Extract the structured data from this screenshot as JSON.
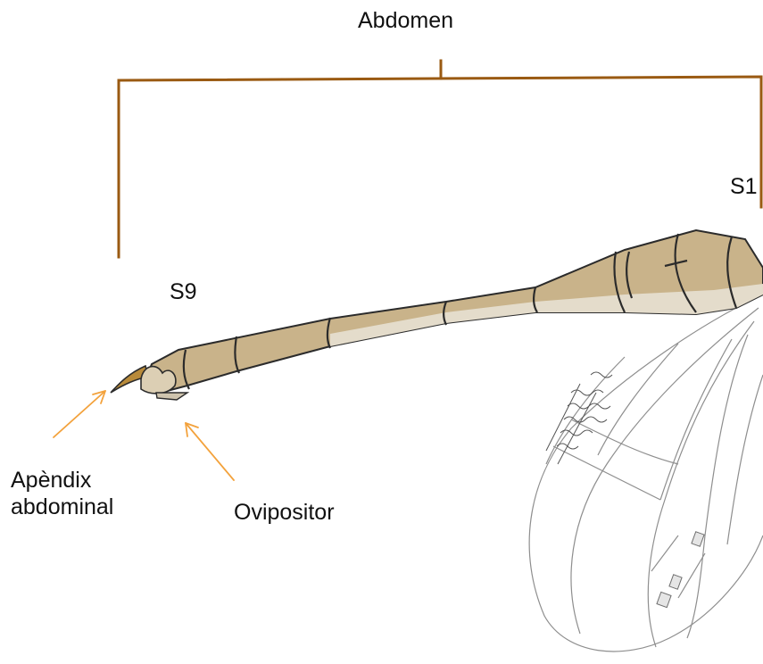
{
  "title": "Abdomen",
  "segment_labels": {
    "first": "S1",
    "ninth": "S9"
  },
  "annotations": {
    "appendix_line1": "Apèndix",
    "appendix_line2": "abdominal",
    "ovipositor": "Ovipositor"
  },
  "colors": {
    "bracket": "#9a5a12",
    "arrow": "#f3a23c",
    "abdomen_fill": "#c9b38a",
    "abdomen_light": "#e4dccb",
    "outline": "#2b2b2b",
    "wing_line": "#8e8e8e"
  }
}
